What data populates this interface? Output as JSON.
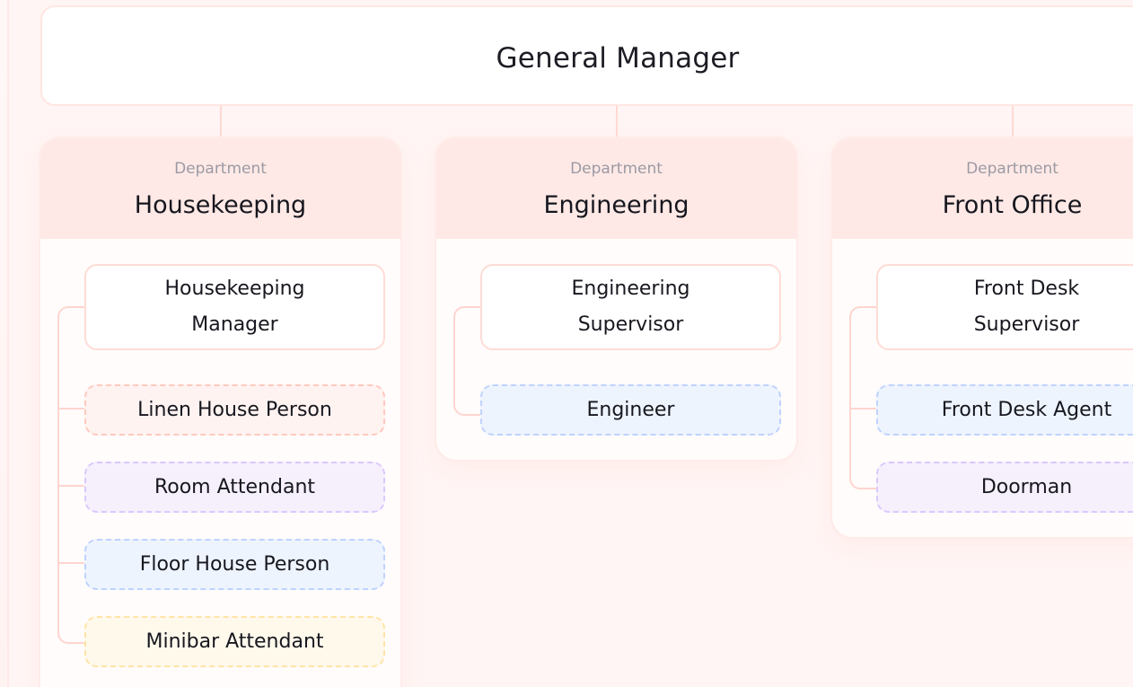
{
  "gm": {
    "title": "General Manager"
  },
  "departments": [
    {
      "kicker": "Department",
      "name": "Housekeeping",
      "manager": {
        "line1": "Housekeeping",
        "line2": "Manager"
      },
      "roles": [
        {
          "label": "Linen House Person",
          "color": "#fff3f1"
        },
        {
          "label": "Room Attendant",
          "color": "#f6f0fc"
        },
        {
          "label": "Floor House Person",
          "color": "#eef4fd"
        },
        {
          "label": "Minibar Attendant",
          "color": "#fff9ec"
        }
      ]
    },
    {
      "kicker": "Department",
      "name": "Engineering",
      "manager": {
        "line1": "Engineering",
        "line2": "Supervisor"
      },
      "roles": [
        {
          "label": "Engineer",
          "color": "#eef4fd"
        }
      ]
    },
    {
      "kicker": "Department",
      "name": "Front Office",
      "manager": {
        "line1": "Front Desk",
        "line2": "Supervisor"
      },
      "roles": [
        {
          "label": "Front Desk Agent",
          "color": "#eef4fd"
        },
        {
          "label": "Doorman",
          "color": "#f6f0fc"
        }
      ]
    }
  ]
}
